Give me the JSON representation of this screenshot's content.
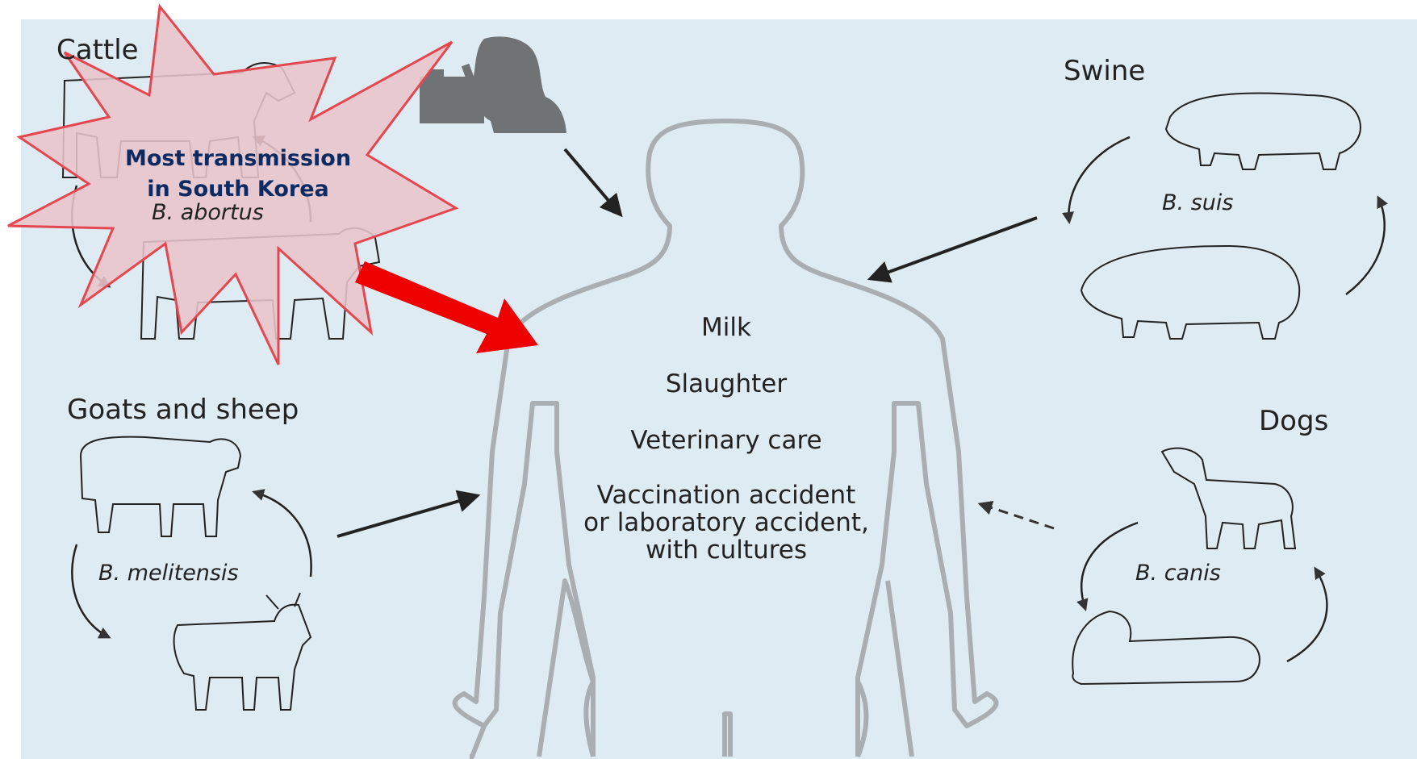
{
  "groups": {
    "cattle": {
      "label": "Cattle",
      "species": "B. abortus"
    },
    "swine": {
      "label": "Swine",
      "species": "B. suis"
    },
    "goats_sheep": {
      "label": "Goats and sheep",
      "species": "B. melitensis"
    },
    "dogs": {
      "label": "Dogs",
      "species": "B. canis"
    }
  },
  "human": {
    "routes": [
      "Milk",
      "Slaughter",
      "Veterinary care",
      "Vaccination accident\nor laboratory accident,\nwith cultures"
    ]
  },
  "callout": {
    "line1": "Most transmission",
    "line2": "in South Korea"
  },
  "colors": {
    "background": "#deebf2",
    "starburst_fill": "#e8c4c9",
    "starburst_stroke": "#e4474f",
    "highlight_arrow": "#ee0000",
    "silhouette": "#a9aeb2",
    "callout_text": "#0d2a63"
  },
  "icons": [
    "researcher-microscope-icon",
    "cattle-icon",
    "swine-icon",
    "goat-icon",
    "sheep-icon",
    "dog-icon",
    "human-silhouette-icon"
  ]
}
